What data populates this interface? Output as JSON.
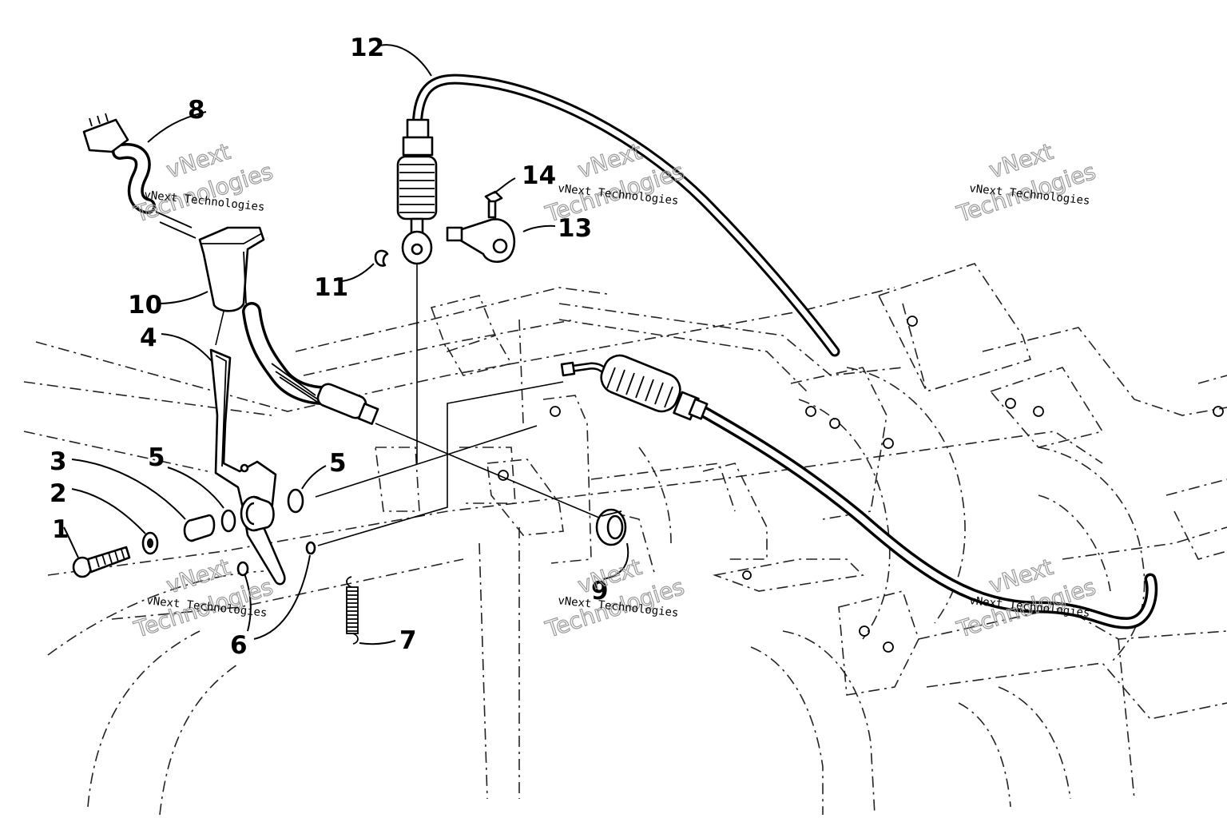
{
  "diagram": {
    "callouts": [
      {
        "id": "1",
        "label": "1"
      },
      {
        "id": "2",
        "label": "2"
      },
      {
        "id": "3",
        "label": "3"
      },
      {
        "id": "4",
        "label": "4"
      },
      {
        "id": "5a",
        "label": "5"
      },
      {
        "id": "5b",
        "label": "5"
      },
      {
        "id": "6",
        "label": "6"
      },
      {
        "id": "7",
        "label": "7"
      },
      {
        "id": "8",
        "label": "8"
      },
      {
        "id": "9",
        "label": "9"
      },
      {
        "id": "10",
        "label": "10"
      },
      {
        "id": "11",
        "label": "11"
      },
      {
        "id": "12",
        "label": "12"
      },
      {
        "id": "13",
        "label": "13"
      },
      {
        "id": "14",
        "label": "14"
      }
    ],
    "watermark": {
      "small": "vNext Technologies",
      "big_line1": "vNext",
      "big_line2": "Technologies"
    }
  }
}
